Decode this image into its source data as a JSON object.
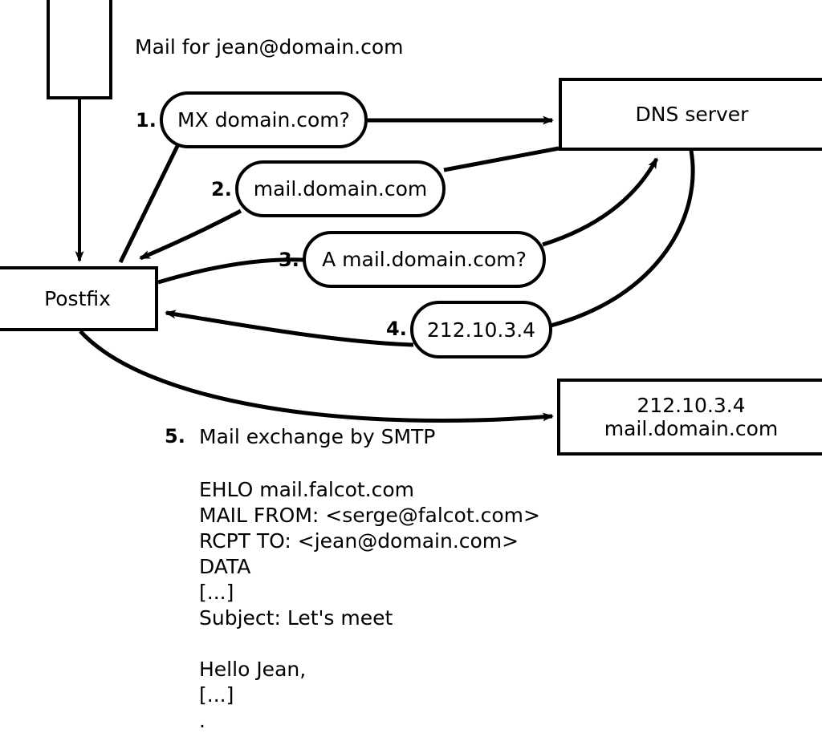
{
  "diagram": {
    "title_label": "Mail for jean@domain.com",
    "nodes": {
      "sender_box": "",
      "postfix": "Postfix",
      "dns_server": "DNS server",
      "mail_host_line1": "212.10.3.4",
      "mail_host_line2": "mail.domain.com"
    },
    "steps": [
      {
        "num": "1.",
        "label": "MX domain.com?"
      },
      {
        "num": "2.",
        "label": "mail.domain.com"
      },
      {
        "num": "3.",
        "label": "A mail.domain.com?"
      },
      {
        "num": "4.",
        "label": "212.10.3.4"
      },
      {
        "num": "5.",
        "label": "Mail exchange by SMTP"
      }
    ],
    "smtp_transcript": "EHLO mail.falcot.com\nMAIL FROM: <serge@falcot.com>\nRCPT TO: <jean@domain.com>\nDATA\n[...]\nSubject: Let's meet\n\nHello Jean,\n[...]\n.",
    "colors": {
      "stroke": "#000000",
      "background": "#ffffff"
    }
  }
}
